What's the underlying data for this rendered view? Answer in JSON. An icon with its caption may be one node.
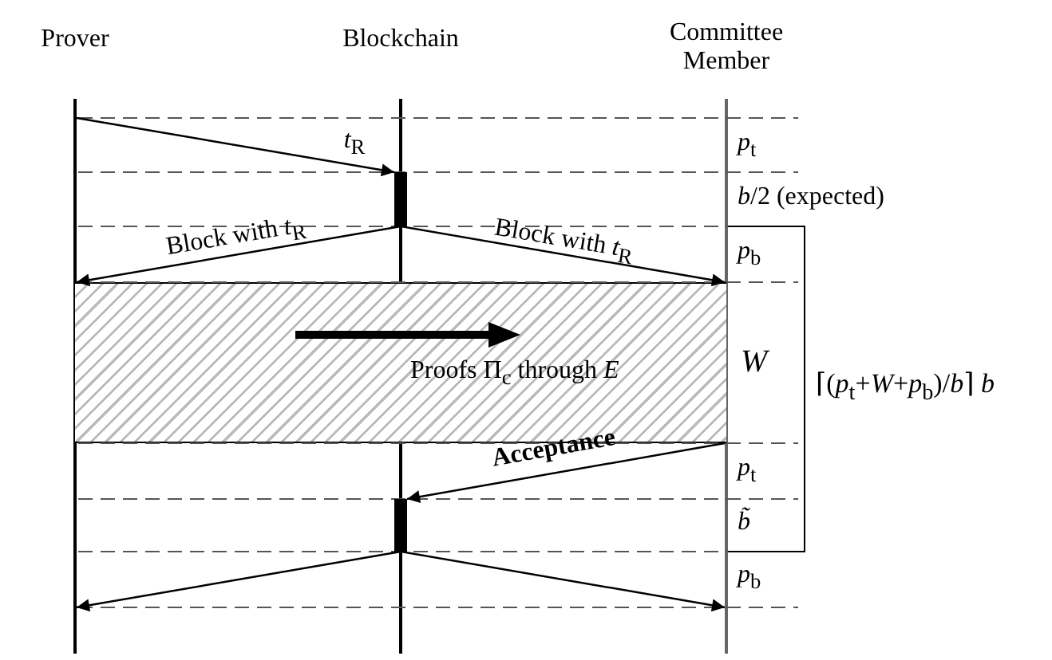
{
  "diagram": {
    "nodes": [
      {
        "text": [
          "Prover"
        ]
      },
      {
        "text": [
          "Blockchain"
        ]
      },
      {
        "text": [
          "Committee Member"
        ]
      },
      {
        "text": [],
        "shape": "bar",
        "in": 1
      },
      {
        "text": [
          "Proofs Π$_{c}$ through *E*"
        ]
      },
      {
        "text": [],
        "shape": "bar",
        "in": 1
      }
    ],
    "edges": [
      {
        "from": 0,
        "to": 3,
        "arrow": "to",
        "label": "*t*$_{R}$"
      },
      {
        "from": 3,
        "to": 0,
        "arrow": "to",
        "label": "Block with *t*$_{R}$"
      },
      {
        "from": 3,
        "to": 2,
        "arrow": "to",
        "label": "Block with *t*$_{R}$"
      },
      {
        "from": 2,
        "to": 5,
        "arrow": "to",
        "label": "Acceptance"
      },
      {
        "from": 5,
        "to": 0,
        "arrow": "to"
      },
      {
        "from": 5,
        "to": 2,
        "arrow": "to"
      }
    ],
    "labels": [
      "*p*$_{t}$",
      "*b*/2 (expected)",
      "*p*$_{b}$",
      "*W*",
      "*p*$_{t}$",
      "*b̃*",
      "*p*$_{b}$",
      "⌈(*p*$_{t}$+*W*+*p*$_{b}$)/*b*⌉ *b*"
    ]
  }
}
